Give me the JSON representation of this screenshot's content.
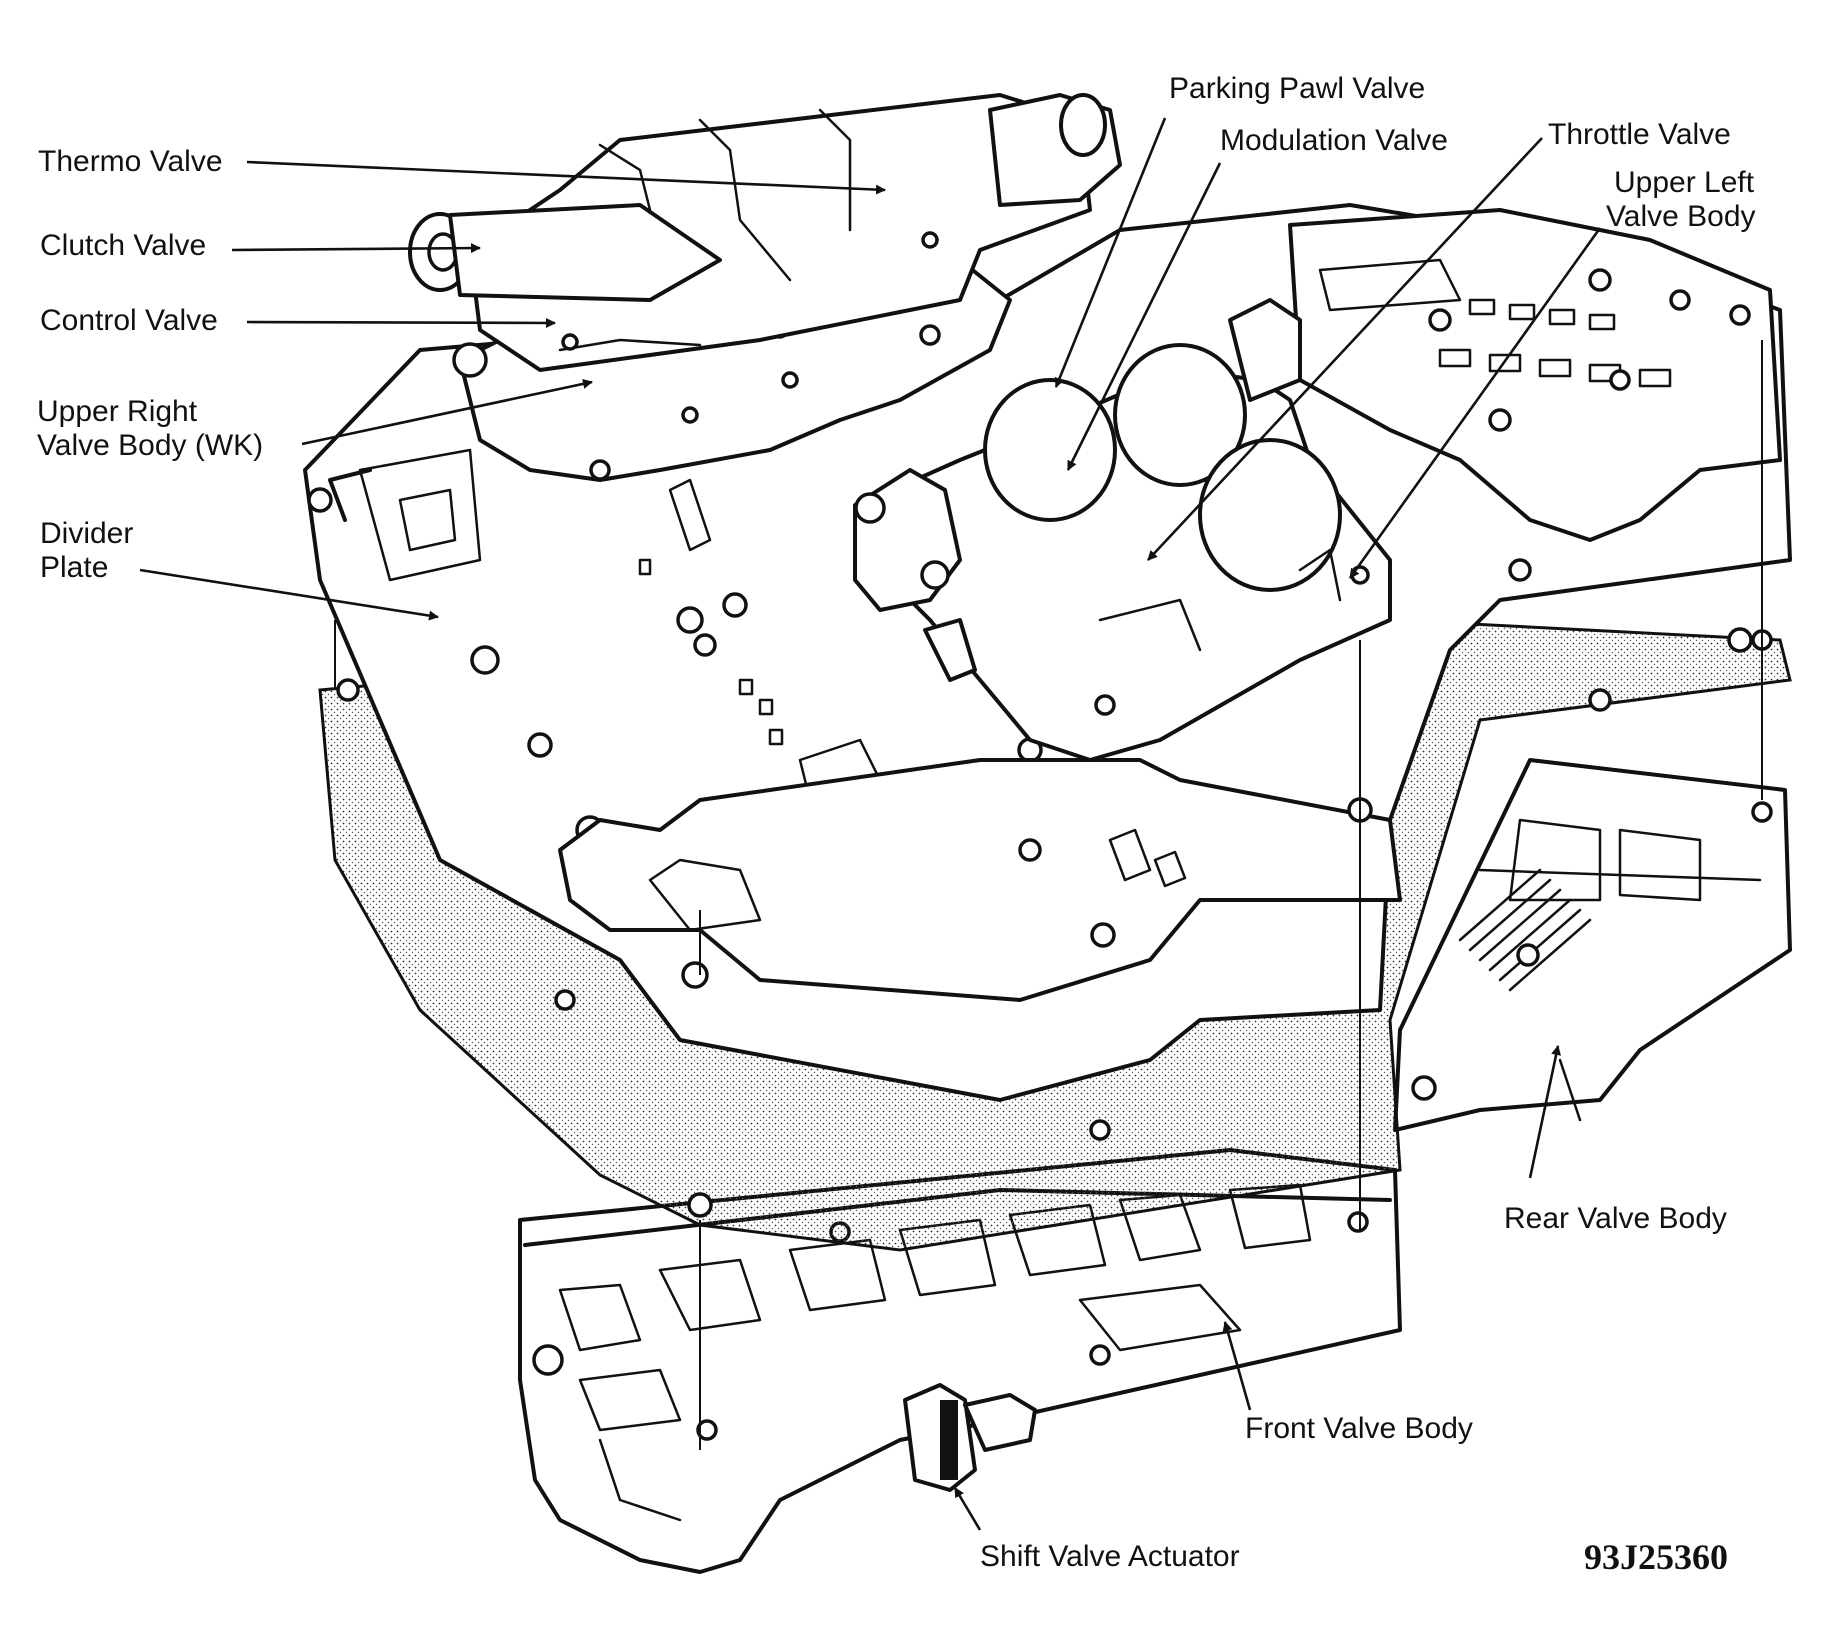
{
  "labels": {
    "thermo_valve": "Thermo Valve",
    "clutch_valve": "Clutch Valve",
    "control_valve": "Control Valve",
    "upper_right_1": "Upper Right",
    "upper_right_2": "Valve Body (WK)",
    "divider_1": "Divider",
    "divider_2": "Plate",
    "parking_pawl_valve": "Parking Pawl Valve",
    "modulation_valve": "Modulation Valve",
    "throttle_valve": "Throttle Valve",
    "upper_left_1": "Upper Left",
    "upper_left_2": "Valve Body",
    "rear_valve_body": "Rear Valve Body",
    "front_valve_body": "Front Valve Body",
    "shift_valve_actuator": "Shift Valve Actuator"
  },
  "figure_id": "93J25360"
}
